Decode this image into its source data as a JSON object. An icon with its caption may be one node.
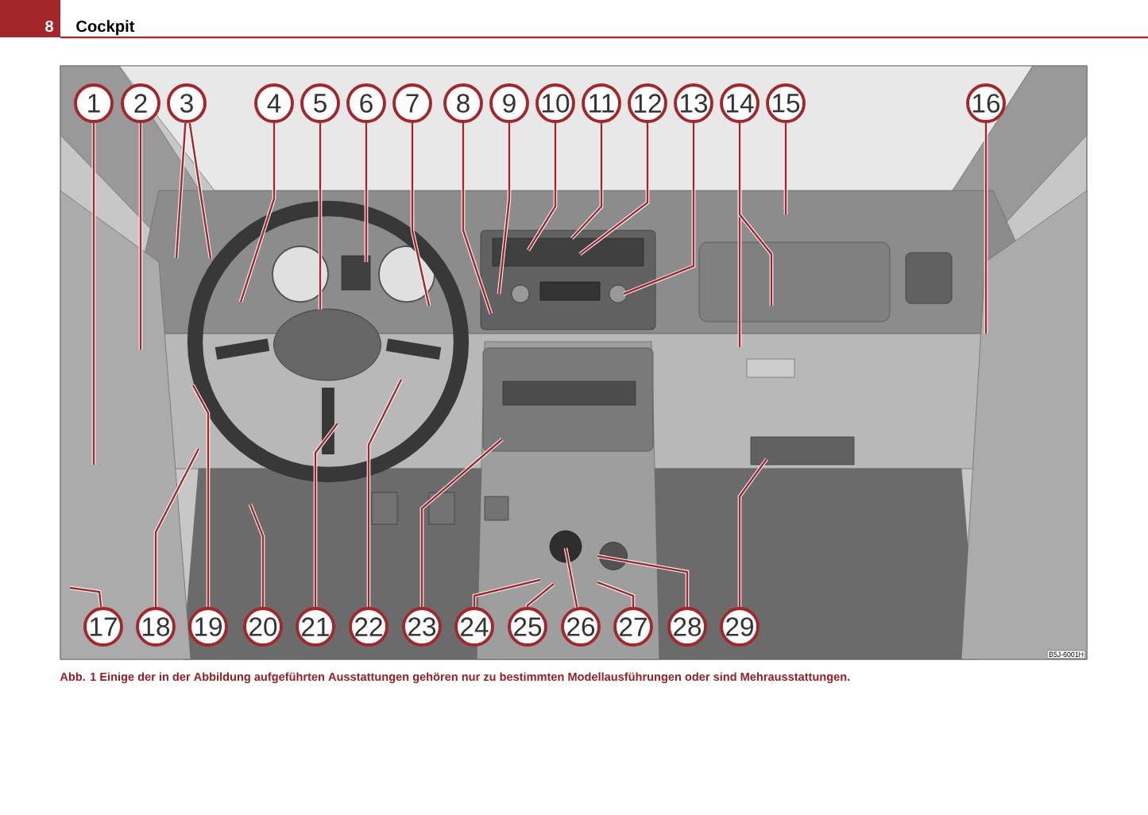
{
  "diagram": {
    "title": "Cockpit",
    "caption": "Abb. 1 Einige der in der Abbildung aufgeführten Ausstattungen gehören nur zu bestimmten Modellausführungen oder sind Mehrausstattungen.",
    "nodes": [
      {
        "text": [
          "1"
        ]
      },
      {
        "text": [
          "2"
        ]
      },
      {
        "text": [
          "3"
        ]
      },
      {
        "text": [
          "4"
        ]
      },
      {
        "text": [
          "5"
        ]
      },
      {
        "text": [
          "6"
        ]
      },
      {
        "text": [
          "7"
        ]
      },
      {
        "text": [
          "8"
        ]
      },
      {
        "text": [
          "9"
        ]
      },
      {
        "text": [
          "10"
        ]
      },
      {
        "text": [
          "11"
        ]
      },
      {
        "text": [
          "12"
        ]
      },
      {
        "text": [
          "13"
        ]
      },
      {
        "text": [
          "14"
        ]
      },
      {
        "text": [
          "15"
        ]
      },
      {
        "text": [
          "16"
        ]
      },
      {
        "text": [
          "17"
        ]
      },
      {
        "text": [
          "18"
        ]
      },
      {
        "text": [
          "19"
        ]
      },
      {
        "text": [
          "20"
        ]
      },
      {
        "text": [
          "21"
        ]
      },
      {
        "text": [
          "22"
        ]
      },
      {
        "text": [
          "23"
        ]
      },
      {
        "text": [
          "24"
        ]
      },
      {
        "text": [
          "25"
        ]
      },
      {
        "text": [
          "26"
        ]
      },
      {
        "text": [
          "27"
        ]
      },
      {
        "text": [
          "28"
        ]
      },
      {
        "text": [
          "29"
        ]
      }
    ],
    "edges": [
      {
        "from": 0,
        "to": null,
        "arrow": "none"
      },
      {
        "from": 1,
        "to": null,
        "arrow": "none"
      },
      {
        "from": 2,
        "to": null,
        "arrow": "none"
      },
      {
        "from": 2,
        "to": null,
        "arrow": "none"
      },
      {
        "from": 3,
        "to": null,
        "arrow": "none"
      },
      {
        "from": 4,
        "to": null,
        "arrow": "none"
      },
      {
        "from": 5,
        "to": null,
        "arrow": "none"
      },
      {
        "from": 6,
        "to": null,
        "arrow": "none"
      },
      {
        "from": 7,
        "to": null,
        "arrow": "none"
      },
      {
        "from": 8,
        "to": null,
        "arrow": "none"
      },
      {
        "from": 9,
        "to": null,
        "arrow": "none"
      },
      {
        "from": 10,
        "to": null,
        "arrow": "none"
      },
      {
        "from": 11,
        "to": null,
        "arrow": "none"
      },
      {
        "from": 12,
        "to": null,
        "arrow": "none"
      },
      {
        "from": 13,
        "to": null,
        "arrow": "none"
      },
      {
        "from": 13,
        "to": null,
        "arrow": "none"
      },
      {
        "from": 14,
        "to": null,
        "arrow": "none"
      },
      {
        "from": 15,
        "to": null,
        "arrow": "none"
      },
      {
        "from": 16,
        "to": null,
        "arrow": "none"
      },
      {
        "from": 17,
        "to": null,
        "arrow": "none"
      },
      {
        "from": 18,
        "to": null,
        "arrow": "none"
      },
      {
        "from": 19,
        "to": null,
        "arrow": "none"
      },
      {
        "from": 20,
        "to": null,
        "arrow": "none"
      },
      {
        "from": 21,
        "to": null,
        "arrow": "none"
      },
      {
        "from": 22,
        "to": null,
        "arrow": "none"
      },
      {
        "from": 23,
        "to": null,
        "arrow": "none"
      },
      {
        "from": 24,
        "to": null,
        "arrow": "none"
      },
      {
        "from": 25,
        "to": null,
        "arrow": "none"
      },
      {
        "from": 26,
        "to": null,
        "arrow": "none"
      },
      {
        "from": 27,
        "to": null,
        "arrow": "none"
      },
      {
        "from": 28,
        "to": null,
        "arrow": "none"
      }
    ],
    "labels": [
      "8",
      "B5J-6001H"
    ]
  }
}
